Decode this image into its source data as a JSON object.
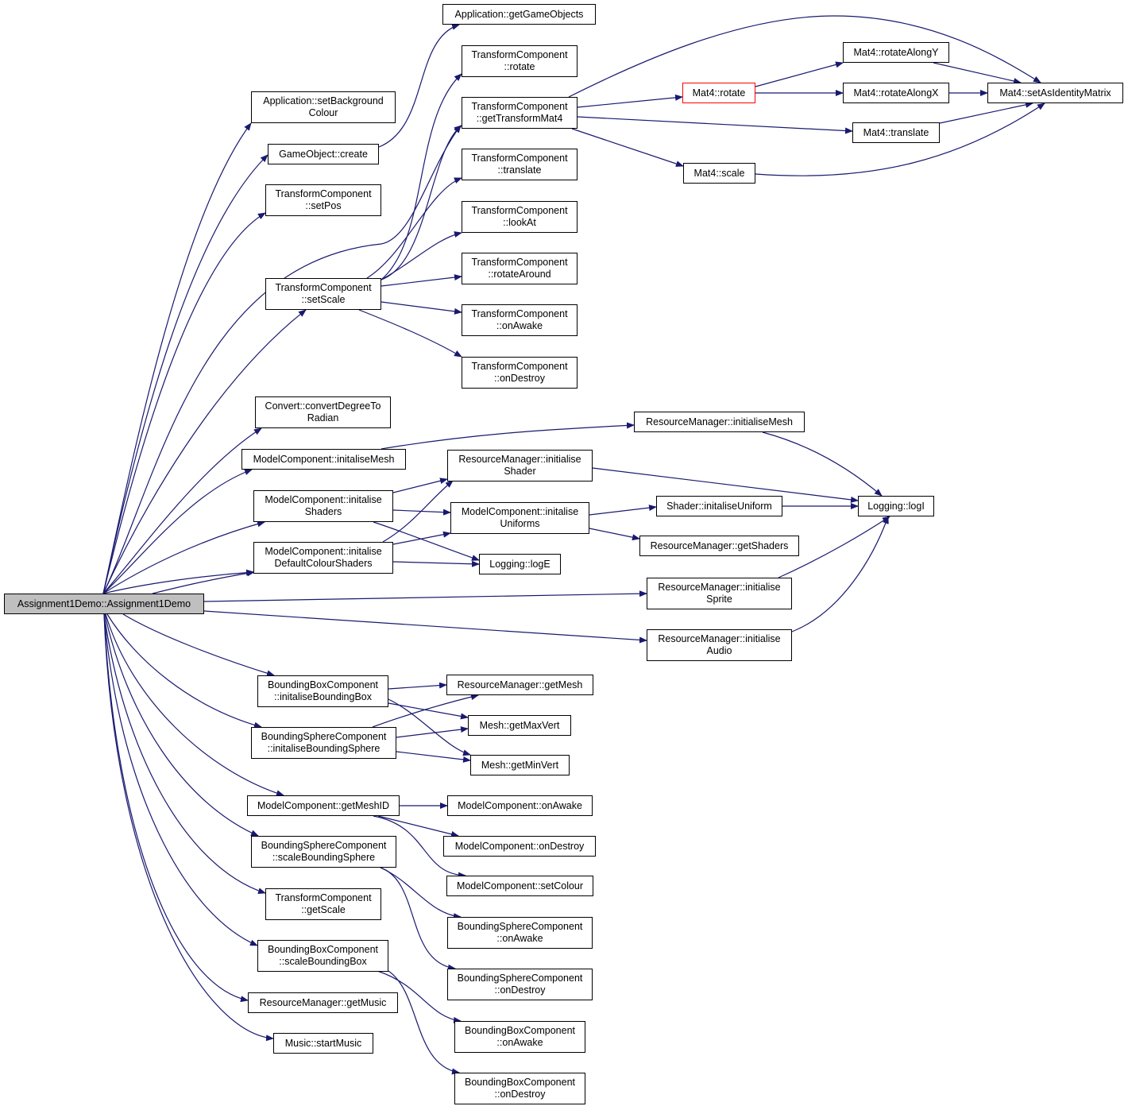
{
  "graph": {
    "colors": {
      "edge": "#191970",
      "root_fill": "#bfbfbf",
      "highlight_border": "#ff0000"
    },
    "nodes": {
      "root": {
        "l1": "Assignment1Demo::Assignment1Demo",
        "l2": ""
      },
      "app_setbg": {
        "l1": "Application::setBackground",
        "l2": "Colour"
      },
      "go_create": {
        "l1": "GameObject::create",
        "l2": ""
      },
      "tc_setpos": {
        "l1": "TransformComponent",
        "l2": "::setPos"
      },
      "tc_setscale": {
        "l1": "TransformComponent",
        "l2": "::setScale"
      },
      "convert": {
        "l1": "Convert::convertDegreeTo",
        "l2": "Radian"
      },
      "mc_initmesh": {
        "l1": "ModelComponent::initaliseMesh",
        "l2": ""
      },
      "mc_initshaders": {
        "l1": "ModelComponent::initalise",
        "l2": "Shaders"
      },
      "mc_initdefault": {
        "l1": "ModelComponent::initalise",
        "l2": "DefaultColourShaders"
      },
      "bbc_initbb": {
        "l1": "BoundingBoxComponent",
        "l2": "::initaliseBoundingBox"
      },
      "bsc_initbs": {
        "l1": "BoundingSphereComponent",
        "l2": "::initaliseBoundingSphere"
      },
      "mc_getmeshid": {
        "l1": "ModelComponent::getMeshID",
        "l2": ""
      },
      "bsc_scale": {
        "l1": "BoundingSphereComponent",
        "l2": "::scaleBoundingSphere"
      },
      "tc_getscale": {
        "l1": "TransformComponent",
        "l2": "::getScale"
      },
      "bbc_scale": {
        "l1": "BoundingBoxComponent",
        "l2": "::scaleBoundingBox"
      },
      "rm_getmusic": {
        "l1": "ResourceManager::getMusic",
        "l2": ""
      },
      "music_start": {
        "l1": "Music::startMusic",
        "l2": ""
      },
      "app_getgo": {
        "l1": "Application::getGameObjects",
        "l2": ""
      },
      "tc_rotate": {
        "l1": "TransformComponent",
        "l2": "::rotate"
      },
      "tc_gettm": {
        "l1": "TransformComponent",
        "l2": "::getTransformMat4"
      },
      "tc_translate": {
        "l1": "TransformComponent",
        "l2": "::translate"
      },
      "tc_lookat": {
        "l1": "TransformComponent",
        "l2": "::lookAt"
      },
      "tc_rotatearound": {
        "l1": "TransformComponent",
        "l2": "::rotateAround"
      },
      "tc_onawake": {
        "l1": "TransformComponent",
        "l2": "::onAwake"
      },
      "tc_ondestroy": {
        "l1": "TransformComponent",
        "l2": "::onDestroy"
      },
      "rm_initmesh": {
        "l1": "ResourceManager::initialiseMesh",
        "l2": ""
      },
      "rm_initshader": {
        "l1": "ResourceManager::initialise",
        "l2": "Shader"
      },
      "mc_inituniforms": {
        "l1": "ModelComponent::initalise",
        "l2": "Uniforms"
      },
      "logging_loge": {
        "l1": "Logging::logE",
        "l2": ""
      },
      "rm_initsprite": {
        "l1": "ResourceManager::initialise",
        "l2": "Sprite"
      },
      "rm_initaudio": {
        "l1": "ResourceManager::initialise",
        "l2": "Audio"
      },
      "rm_getmesh": {
        "l1": "ResourceManager::getMesh",
        "l2": ""
      },
      "mesh_getmax": {
        "l1": "Mesh::getMaxVert",
        "l2": ""
      },
      "mesh_getmin": {
        "l1": "Mesh::getMinVert",
        "l2": ""
      },
      "mc_onawake": {
        "l1": "ModelComponent::onAwake",
        "l2": ""
      },
      "mc_ondestroy": {
        "l1": "ModelComponent::onDestroy",
        "l2": ""
      },
      "mc_setcolour": {
        "l1": "ModelComponent::setColour",
        "l2": ""
      },
      "bsc_onawake": {
        "l1": "BoundingSphereComponent",
        "l2": "::onAwake"
      },
      "bsc_ondestroy": {
        "l1": "BoundingSphereComponent",
        "l2": "::onDestroy"
      },
      "bbc_onawake": {
        "l1": "BoundingBoxComponent",
        "l2": "::onAwake"
      },
      "bbc_ondestroy": {
        "l1": "BoundingBoxComponent",
        "l2": "::onDestroy"
      },
      "mat4_rotate": {
        "l1": "Mat4::rotate",
        "l2": ""
      },
      "mat4_translate": {
        "l1": "Mat4::translate",
        "l2": ""
      },
      "mat4_scale": {
        "l1": "Mat4::scale",
        "l2": ""
      },
      "mat4_rotY": {
        "l1": "Mat4::rotateAlongY",
        "l2": ""
      },
      "mat4_rotX": {
        "l1": "Mat4::rotateAlongX",
        "l2": ""
      },
      "mat4_setid": {
        "l1": "Mat4::setAsIdentityMatrix",
        "l2": ""
      },
      "shader_inituni": {
        "l1": "Shader::initaliseUniform",
        "l2": ""
      },
      "rm_getshaders": {
        "l1": "ResourceManager::getShaders",
        "l2": ""
      },
      "logging_logi": {
        "l1": "Logging::logI",
        "l2": ""
      }
    }
  }
}
